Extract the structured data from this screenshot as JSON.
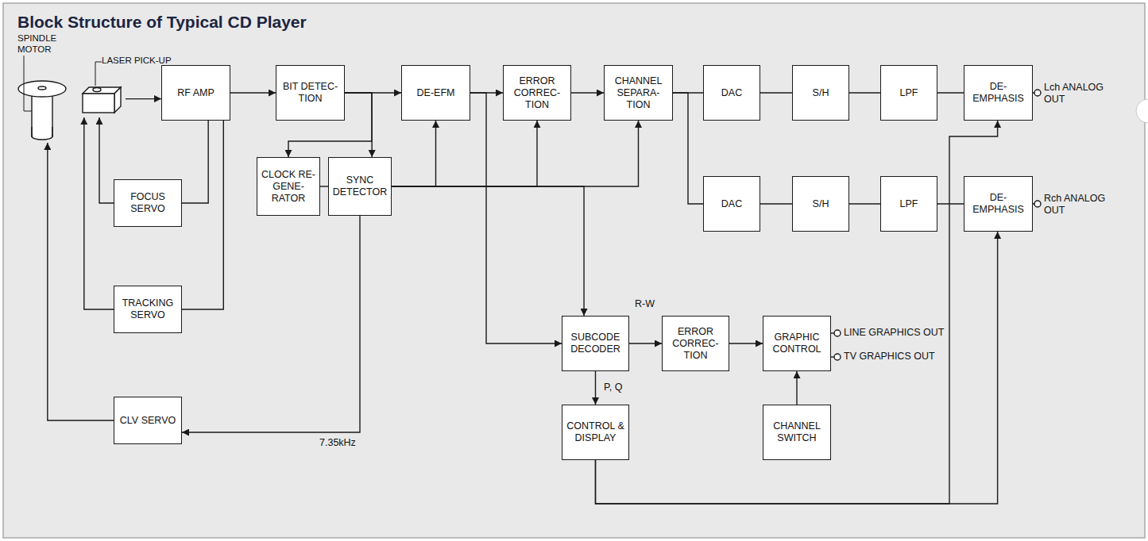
{
  "diagram": {
    "title": "Block Structure of Typical CD Player",
    "nodes": [
      {
        "text": [
          "SPINDLE MOTOR"
        ]
      },
      {
        "text": [
          "LASER PICK-UP"
        ]
      },
      {
        "text": [
          "RF AMP"
        ]
      },
      {
        "text": [
          "BIT DETEC- TION"
        ]
      },
      {
        "text": [
          "DE-EFM"
        ]
      },
      {
        "text": [
          "ERROR CORREC- TION"
        ]
      },
      {
        "text": [
          "CHANNEL SEPARA- TION"
        ]
      },
      {
        "text": [
          "DAC"
        ]
      },
      {
        "text": [
          "S/H"
        ]
      },
      {
        "text": [
          "LPF"
        ]
      },
      {
        "text": [
          "DE- EMPHASIS"
        ]
      },
      {
        "text": [
          "CLOCK RE- GENE- RATOR"
        ]
      },
      {
        "text": [
          "SYNC DETECTOR"
        ]
      },
      {
        "text": [
          "DAC"
        ]
      },
      {
        "text": [
          "S/H"
        ]
      },
      {
        "text": [
          "LPF"
        ]
      },
      {
        "text": [
          "DE- EMPHASIS"
        ]
      },
      {
        "text": [
          "FOCUS SERVO"
        ]
      },
      {
        "text": [
          "TRACKING SERVO"
        ]
      },
      {
        "text": [
          "SUBCODE DECODER"
        ]
      },
      {
        "text": [
          "ERROR CORREC- TION"
        ]
      },
      {
        "text": [
          "GRAPHIC CONTROL"
        ]
      },
      {
        "text": [
          "CONTROL & DISPLAY"
        ]
      },
      {
        "text": [
          "CHANNEL SWITCH"
        ]
      },
      {
        "text": [
          "CLV SERVO"
        ]
      }
    ],
    "edges": [
      {
        "from": 1,
        "to": 2,
        "arrow": "to"
      },
      {
        "from": 2,
        "to": 3,
        "arrow": "to"
      },
      {
        "from": 3,
        "to": 4,
        "arrow": "to"
      },
      {
        "from": 4,
        "to": 5,
        "arrow": "to"
      },
      {
        "from": 5,
        "to": 6,
        "arrow": "to"
      },
      {
        "from": 6,
        "to": 7,
        "arrow": "none"
      },
      {
        "from": 7,
        "to": 8,
        "arrow": "none"
      },
      {
        "from": 8,
        "to": 9,
        "arrow": "none"
      },
      {
        "from": 9,
        "to": 10,
        "arrow": "none"
      },
      {
        "from": 6,
        "to": 13,
        "arrow": "none"
      },
      {
        "from": 13,
        "to": 14,
        "arrow": "none"
      },
      {
        "from": 14,
        "to": 15,
        "arrow": "none"
      },
      {
        "from": 15,
        "to": 16,
        "arrow": "none"
      },
      {
        "from": 3,
        "to": 11,
        "arrow": "to"
      },
      {
        "from": 3,
        "to": 12,
        "arrow": "to"
      },
      {
        "from": 11,
        "to": 12,
        "arrow": "none"
      },
      {
        "from": 12,
        "to": 4,
        "arrow": "to"
      },
      {
        "from": 12,
        "to": 5,
        "arrow": "to"
      },
      {
        "from": 12,
        "to": 6,
        "arrow": "to"
      },
      {
        "from": 12,
        "to": 19,
        "arrow": "to"
      },
      {
        "from": 4,
        "to": 19,
        "arrow": "to"
      },
      {
        "from": 2,
        "to": 17,
        "arrow": "none"
      },
      {
        "from": 17,
        "to": 1,
        "arrow": "to"
      },
      {
        "from": 2,
        "to": 18,
        "arrow": "none"
      },
      {
        "from": 18,
        "to": 1,
        "arrow": "to"
      },
      {
        "from": 12,
        "to": 24,
        "label": "7.35kHz",
        "arrow": "to"
      },
      {
        "from": 24,
        "to": 0,
        "arrow": "to"
      },
      {
        "from": 19,
        "to": 20,
        "label": "R-W",
        "arrow": "to"
      },
      {
        "from": 20,
        "to": 21,
        "arrow": "to"
      },
      {
        "from": 23,
        "to": 21,
        "arrow": "to"
      },
      {
        "from": 19,
        "to": 22,
        "label": "P, Q",
        "arrow": "to"
      },
      {
        "from": 22,
        "to": 10,
        "arrow": "to"
      },
      {
        "from": 22,
        "to": 16,
        "arrow": "to"
      }
    ],
    "labels": [
      "Lch ANALOG OUT",
      "Rch ANALOG OUT",
      "LINE GRAPHICS OUT",
      "TV GRAPHICS OUT"
    ]
  }
}
